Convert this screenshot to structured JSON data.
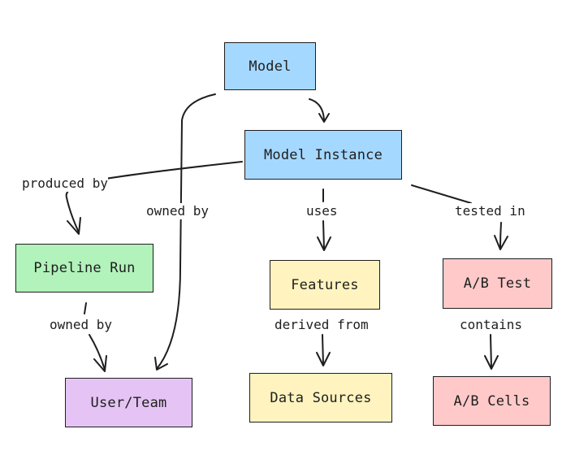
{
  "nodes": {
    "model": "Model",
    "model_instance": "Model Instance",
    "pipeline_run": "Pipeline Run",
    "features": "Features",
    "ab_test": "A/B Test",
    "user_team": "User/Team",
    "data_sources": "Data Sources",
    "ab_cells": "A/B Cells"
  },
  "edges": {
    "produced_by": "produced by",
    "owned_by_model": "owned by",
    "uses": "uses",
    "tested_in": "tested in",
    "owned_by_pipeline": "owned by",
    "derived_from": "derived from",
    "contains": "contains"
  },
  "colors": {
    "blue": "#a5d8ff",
    "green": "#b2f2bb",
    "yellow": "#fff3bf",
    "orange": "#ffc9c9",
    "purple": "#e5c4f5",
    "stroke": "#1e1e1e"
  }
}
